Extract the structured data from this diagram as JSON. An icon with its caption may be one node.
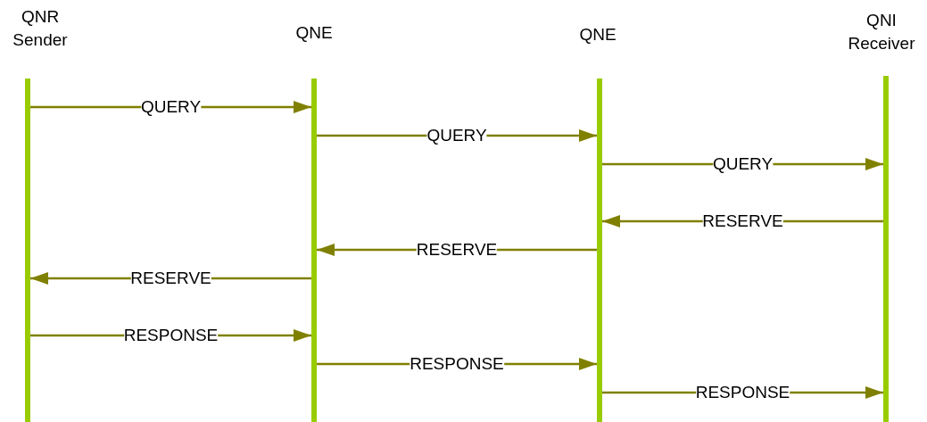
{
  "diagram": {
    "nodes": [
      {
        "text": [
          "QNR Sender"
        ]
      },
      {
        "text": [
          "QNE"
        ]
      },
      {
        "text": [
          "QNE"
        ]
      },
      {
        "text": [
          "QNI Receiver"
        ]
      }
    ],
    "edges": [
      {
        "from": 0,
        "to": 1,
        "arrow": "to",
        "label": "QUERY"
      },
      {
        "from": 1,
        "to": 2,
        "arrow": "to",
        "label": "QUERY"
      },
      {
        "from": 2,
        "to": 3,
        "arrow": "to",
        "label": "QUERY"
      },
      {
        "from": 3,
        "to": 2,
        "arrow": "to",
        "label": "RESERVE"
      },
      {
        "from": 2,
        "to": 1,
        "arrow": "to",
        "label": "RESERVE"
      },
      {
        "from": 1,
        "to": 0,
        "arrow": "to",
        "label": "RESERVE"
      },
      {
        "from": 0,
        "to": 1,
        "arrow": "to",
        "label": "RESPONSE"
      },
      {
        "from": 1,
        "to": 2,
        "arrow": "to",
        "label": "RESPONSE"
      },
      {
        "from": 2,
        "to": 3,
        "arrow": "to",
        "label": "RESPONSE"
      }
    ]
  }
}
